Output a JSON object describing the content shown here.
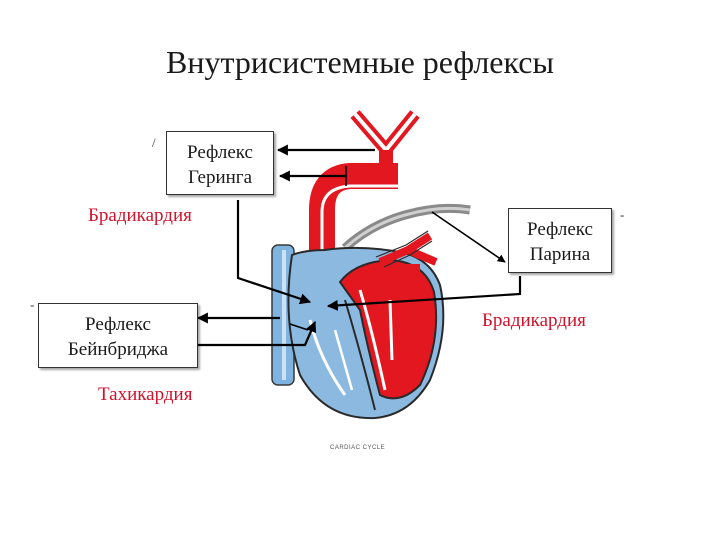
{
  "title": "Внутрисистемные рефлексы",
  "boxes": {
    "hering": "Рефлекс Геринга",
    "parin": "Рефлекс Парина",
    "bainbridge": "Рефлекс Бейнбриджа"
  },
  "labels": {
    "brady_left": "Брадикардия",
    "brady_right": "Брадикардия",
    "tachy": "Тахикардия"
  },
  "image_caption": "CARDIAC CYCLE",
  "colors": {
    "arterial_red": "#e3171f",
    "venous_blue": "#7fb4e0",
    "label_red": "#d1122a",
    "pulmonary_gray": "#8a8a8a"
  }
}
